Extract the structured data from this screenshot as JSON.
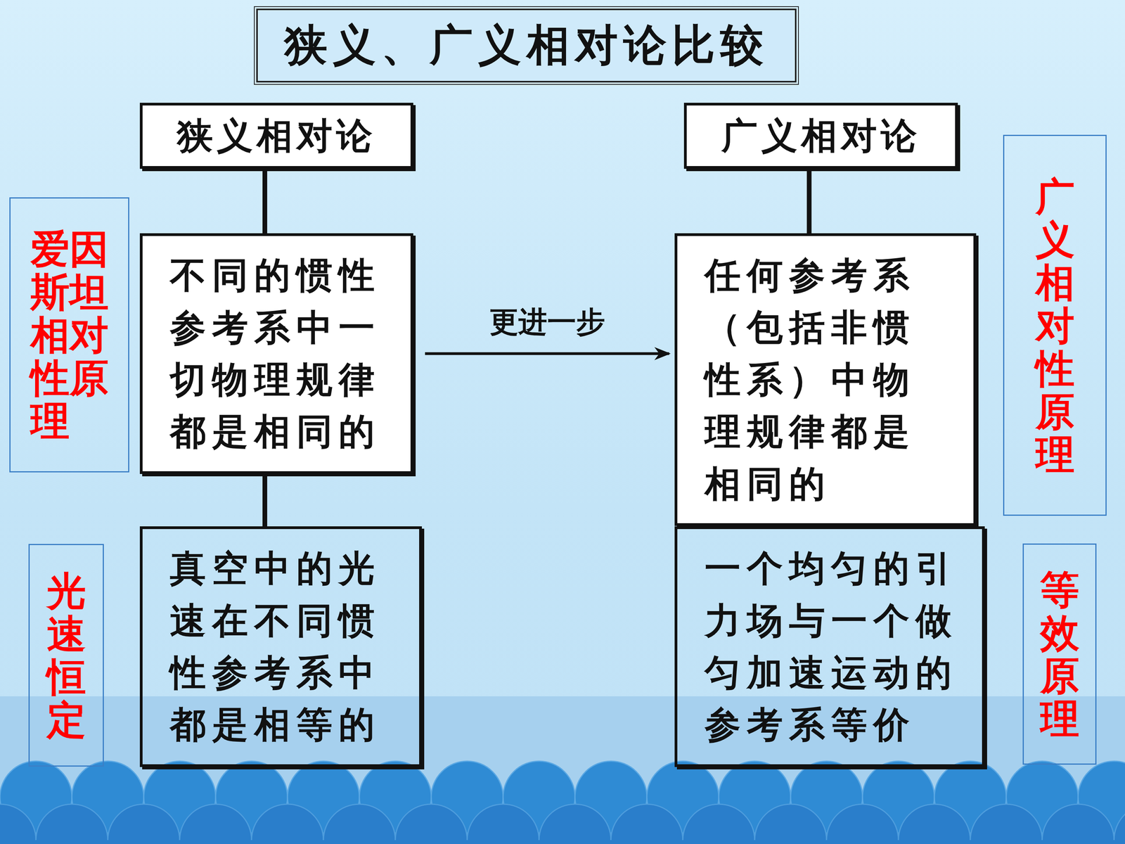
{
  "diagram": {
    "title": "狭义、广义相对论比较",
    "nodes": [
      {
        "text": [
          "狭义相对论"
        ]
      },
      {
        "text": [
          "广义相对论"
        ]
      },
      {
        "text": [
          "爱因斯坦相对性原理"
        ]
      },
      {
        "text": [
          "不同的惯性参考系中一切物理规律都是相同的"
        ]
      },
      {
        "text": [
          "任何参考系（包括非惯性系）中物理规律都是相同的"
        ]
      },
      {
        "text": [
          "广义相对性原理"
        ]
      },
      {
        "text": [
          "光速恒定"
        ]
      },
      {
        "text": [
          "真空中的光速在不同惯性参考系中都是相等的"
        ]
      },
      {
        "text": [
          "一个均匀的引力场与一个做匀加速运动的参考系等价"
        ]
      },
      {
        "text": [
          "等效原理"
        ]
      }
    ],
    "edges": [
      {
        "from": 0,
        "to": 3,
        "arrow": "none"
      },
      {
        "from": 3,
        "to": 7,
        "arrow": "none"
      },
      {
        "from": 1,
        "to": 4,
        "arrow": "none"
      },
      {
        "from": 4,
        "to": 8,
        "arrow": "none"
      },
      {
        "from": 3,
        "to": 4,
        "arrow": "to",
        "label": "更进一步"
      }
    ]
  }
}
